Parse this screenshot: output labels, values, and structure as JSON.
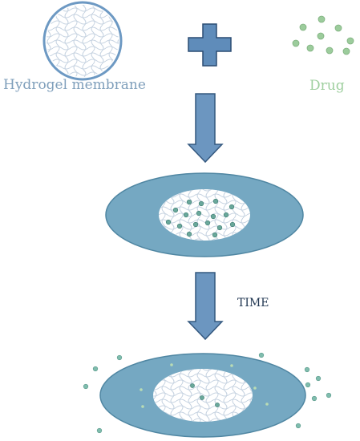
{
  "labels": {
    "hydrogel": "Hydrogel membrane",
    "drug": "Drug",
    "time": "TIME"
  },
  "colors": {
    "hydrogel_text": "#7f9fbb",
    "drug_text": "#9fcf9f",
    "time_text": "#1f3550",
    "membrane_ring": "#6d99c3",
    "mesh_line": "#c6d3e1",
    "plus_fill": "#5f8cba",
    "plus_stroke": "#2c4d73",
    "arrow_fill": "#6c96c0",
    "arrow_stroke": "#34587f",
    "disc_fill": "#75a8c2",
    "disc_stroke": "#4f86a2",
    "drug_dot": "#9ccc9c",
    "drug_dot_stroke": "#7fb07f",
    "loaded_dot": "#6aa89b",
    "loaded_dot_stroke": "#3f7d72",
    "released_dot": "#80bdae",
    "faint_dot": "#b9dcb4"
  },
  "icons": [
    "plus-icon",
    "down-arrow-icon"
  ]
}
